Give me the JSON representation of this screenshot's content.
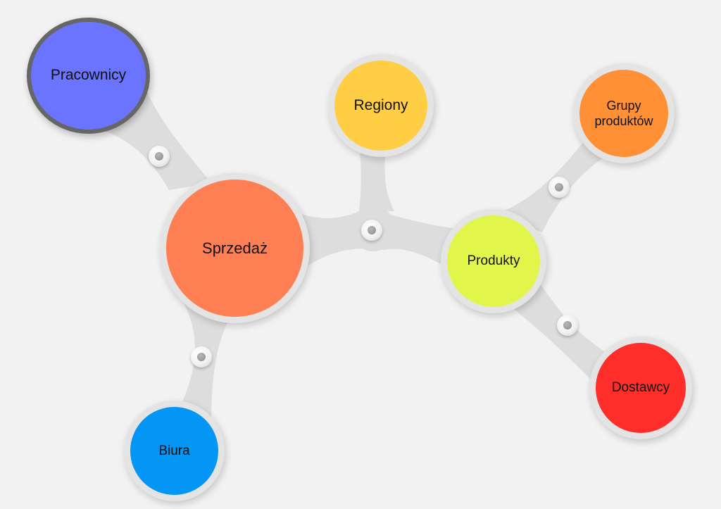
{
  "nodes": {
    "pracownicy": {
      "label": "Pracownicy",
      "color": "#6b74ff"
    },
    "sprzedaz": {
      "label": "Sprzedaż",
      "color": "#ff7f55"
    },
    "biura": {
      "label": "Biura",
      "color": "#0396f5"
    },
    "regiony": {
      "label": "Regiony",
      "color": "#ffce44"
    },
    "produkty": {
      "label": "Produkty",
      "color": "#e2f54b"
    },
    "grupy": {
      "label": "Grupy\nproduktów",
      "color": "#ff9035"
    },
    "dostawcy": {
      "label": "Dostawcy",
      "color": "#ff2e2a"
    }
  },
  "connector_color": "#dddddd",
  "background_color": "#f2f2f2"
}
